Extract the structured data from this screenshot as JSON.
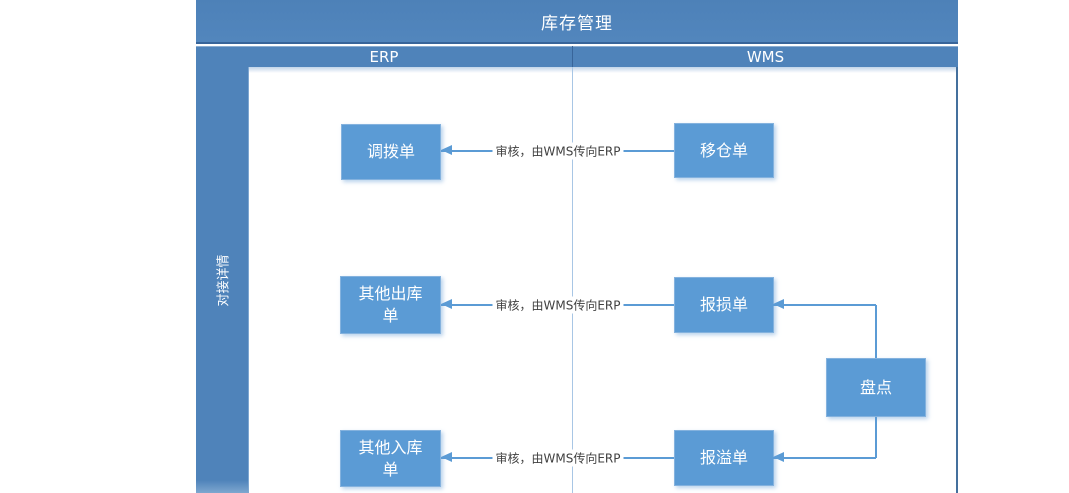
{
  "diagram": {
    "title": "库存管理",
    "phase_label": "对接详情",
    "columns": [
      {
        "label": "ERP"
      },
      {
        "label": "WMS"
      }
    ],
    "colors": {
      "band_blue": "#4f83ba",
      "band_border": "#38659a",
      "node_blue": "#5b9bd5",
      "connector_blue": "#5b9bd5",
      "lane_divider": "#a8c6e5",
      "right_border": "#44709d",
      "connector_label_text": "#404040",
      "text_white": "#ffffff"
    },
    "nodes": [
      {
        "id": "transfer-order",
        "label": "调拨单",
        "lane": "ERP"
      },
      {
        "id": "move-warehouse-order",
        "label": "移仓单",
        "lane": "WMS"
      },
      {
        "id": "other-outbound-order",
        "label": "其他出库单",
        "lane": "ERP"
      },
      {
        "id": "damage-report-order",
        "label": "报损单",
        "lane": "WMS"
      },
      {
        "id": "stocktake",
        "label": "盘点",
        "lane": "WMS"
      },
      {
        "id": "other-inbound-order",
        "label": "其他入库单",
        "lane": "ERP"
      },
      {
        "id": "overflow-report-order",
        "label": "报溢单",
        "lane": "WMS"
      }
    ],
    "connections": [
      {
        "from": "移仓单",
        "to": "调拨单",
        "label": "审核，由WMS传向ERP"
      },
      {
        "from": "报损单",
        "to": "其他出库单",
        "label": "审核，由WMS传向ERP"
      },
      {
        "from": "报溢单",
        "to": "其他入库单",
        "label": "审核，由WMS传向ERP"
      },
      {
        "from": "盘点",
        "to": "报损单",
        "label": ""
      },
      {
        "from": "盘点",
        "to": "报溢单",
        "label": ""
      }
    ]
  }
}
